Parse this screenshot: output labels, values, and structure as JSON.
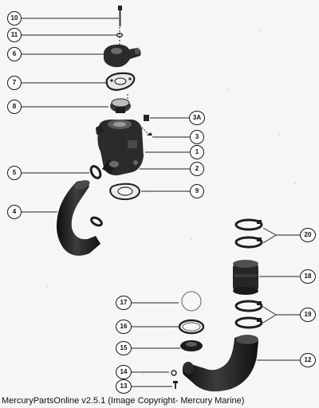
{
  "callouts": [
    {
      "id": "10",
      "label": "10"
    },
    {
      "id": "11",
      "label": "11"
    },
    {
      "id": "6",
      "label": "6"
    },
    {
      "id": "7",
      "label": "7"
    },
    {
      "id": "8",
      "label": "8"
    },
    {
      "id": "3A",
      "label": "3A"
    },
    {
      "id": "3",
      "label": "3"
    },
    {
      "id": "1",
      "label": "1"
    },
    {
      "id": "2",
      "label": "2"
    },
    {
      "id": "5",
      "label": "5"
    },
    {
      "id": "9",
      "label": "9"
    },
    {
      "id": "4",
      "label": "4"
    },
    {
      "id": "20",
      "label": "20"
    },
    {
      "id": "18",
      "label": "18"
    },
    {
      "id": "17",
      "label": "17"
    },
    {
      "id": "19",
      "label": "19"
    },
    {
      "id": "16",
      "label": "16"
    },
    {
      "id": "15",
      "label": "15"
    },
    {
      "id": "12",
      "label": "12"
    },
    {
      "id": "14",
      "label": "14"
    },
    {
      "id": "13",
      "label": "13"
    }
  ],
  "footer": "MercuryPartsOnline v2.5.1 (Image Copyright- Mercury Marine)",
  "colors": {
    "ink": "#111111",
    "paper": "#f6f6f4",
    "part_dark": "#1f1f1f",
    "part_mid": "#3a3a3a"
  }
}
